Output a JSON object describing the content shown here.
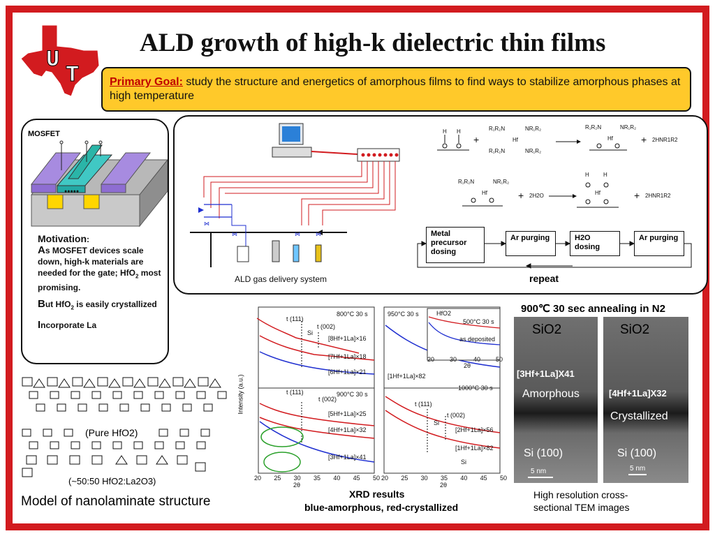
{
  "title": "ALD growth of high-k dielectric thin films",
  "logo": {
    "text_u": "U",
    "text_t": "T",
    "color": "#d21b1f"
  },
  "goal": {
    "label": "Primary Goal:",
    "text": "study the structure and energetics of amorphous films to find ways to stabilize amorphous phases at high temperature"
  },
  "mosfet": {
    "label": "MOSFET",
    "motivation_label": "Motivation",
    "m1_cap": "A",
    "m1": "s MOSFET devices scale down, high-k materials are needed for the gate; HfO",
    "m1_sub": "2",
    "m1_tail": " most promising.",
    "m2_cap": "B",
    "m2": "ut HfO",
    "m2_sub": "2",
    "m2_tail": " is easily crystallized",
    "m3_cap": "I",
    "m3": "ncorporate La"
  },
  "ald": {
    "caption": "ALD gas delivery system",
    "flow": [
      "Metal precursor dosing",
      "Ar purging",
      "H2O dosing",
      "Ar purging"
    ],
    "repeat": "repeat",
    "rxn1_left": [
      "H",
      "H"
    ],
    "rxn1_reactant": "R1R2N  NR1R2 Hf R1R2N  NR1R2",
    "rxn1_product": "2HNR1R2",
    "rxn2_reactant": "R1R2N  NR1R2 Hf",
    "rxn2_h2o": "2H2O",
    "rxn2_product": "2HNR1R2"
  },
  "xrd": {
    "caption_line1": "XRD results",
    "caption_line2": "blue-amorphous, red-crystallized",
    "ylabel": "Intensity (a.u.)",
    "xlabel": "2θ",
    "xticks": [
      "20",
      "25",
      "30",
      "35",
      "40",
      "45",
      "50"
    ],
    "panels": [
      {
        "title": "800°C 30 s",
        "labels": [
          "[8Hf+1La]×16",
          "[7Hf+1La]×18",
          "[6Hf+1La]×21"
        ],
        "peaks": [
          "t (111)",
          "t (002)",
          "Si"
        ]
      },
      {
        "title": "900°C 30 s",
        "labels": [
          "[5Hf+1La]×25",
          "[4Hf+1La]×32",
          "[3Hf+1La]×41"
        ],
        "peaks": [
          "t (111)",
          "t (002)"
        ]
      },
      {
        "title": "950°C 30 s",
        "labels": [
          "[1Hf+1La]×82"
        ],
        "inset_title": "HfO2",
        "inset_labels": [
          "500°C 30 s",
          "as deposited"
        ],
        "inset_xticks": [
          "20",
          "30",
          "40",
          "50"
        ]
      },
      {
        "title": "1000°C 30 s",
        "labels": [
          "[2Hf+1La]×56",
          "[1Hf+1La]×82",
          "Si"
        ],
        "peaks": [
          "t (111)",
          "t (002)",
          "Si"
        ]
      }
    ]
  },
  "tem": {
    "heading": "900℃ 30 sec annealing in N2",
    "left": {
      "top": "SiO2",
      "mid": "[3Hf+1La]X41",
      "state": "Amorphous",
      "bottom": "Si (100)",
      "scale": "5 nm"
    },
    "right": {
      "top": "SiO2",
      "mid": "[4Hf+1La]X32",
      "state": "Crystallized",
      "bottom": "Si (100)",
      "scale": "5 nm"
    },
    "caption": "High resolution cross-sectional TEM images"
  },
  "model": {
    "pure": "(Pure HfO2)",
    "mix": "(~50:50 HfO2:La2O3)",
    "caption": "Model of nanolaminate structure"
  },
  "colors": {
    "red": "#d21b1f",
    "blue": "#1f2fd0",
    "goal_bg": "#ffc92a",
    "green": "#2aa02a"
  }
}
